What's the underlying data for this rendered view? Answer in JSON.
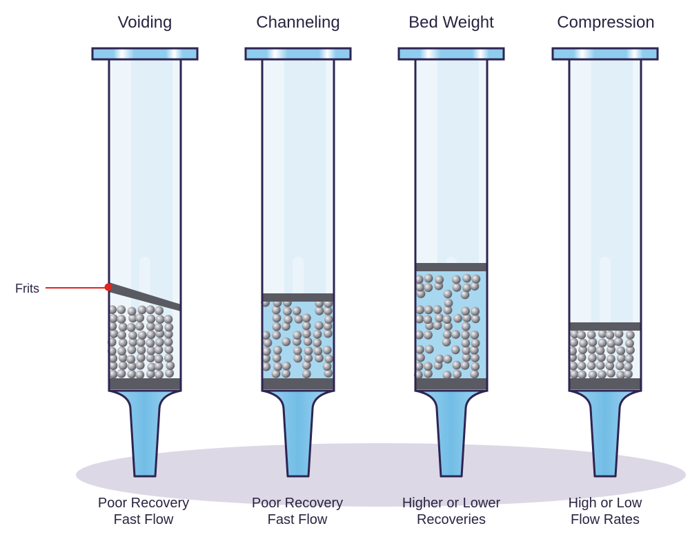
{
  "diagram": {
    "callout": {
      "label": "Frits"
    },
    "columns": [
      {
        "id": "voiding",
        "title": "Voiding",
        "caption_line1": "Poor Recovery",
        "caption_line2": "Fast Flow"
      },
      {
        "id": "channeling",
        "title": "Channeling",
        "caption_line1": "Poor Recovery",
        "caption_line2": "Fast Flow"
      },
      {
        "id": "bed-weight",
        "title": "Bed Weight",
        "caption_line1": "Higher or Lower",
        "caption_line2": "Recoveries"
      },
      {
        "id": "compression",
        "title": "Compression",
        "caption_line1": "High or Low",
        "caption_line2": "Flow Rates"
      }
    ],
    "colors": {
      "outline": "#2e2452",
      "barrel_fill": "#eef6fb",
      "liquid": "#a8d8f0",
      "tip": "#7fc4ea",
      "frit": "#5a5a62",
      "bead": "#8e8e94",
      "shadow": "#ddd8e6",
      "callout": "#e0251b"
    }
  }
}
